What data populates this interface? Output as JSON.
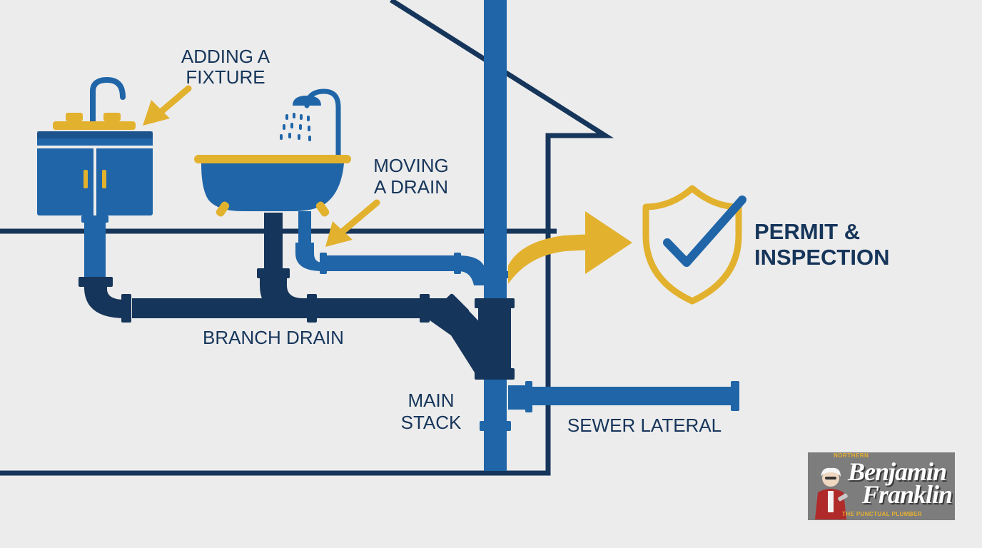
{
  "labels": {
    "adding_fixture_line1": "ADDING A",
    "adding_fixture_line2": "FIXTURE",
    "moving_drain_line1": "MOVING",
    "moving_drain_line2": "A DRAIN",
    "branch_drain": "BRANCH DRAIN",
    "main_stack_line1": "MAIN",
    "main_stack_line2": "STACK",
    "sewer_lateral": "SEWER LATERAL",
    "permit_line1": "PERMIT &",
    "permit_line2": "INSPECTION"
  },
  "logo": {
    "top_text": "NORTHERN",
    "name_line1": "Benjamin",
    "name_line2": "Franklin",
    "tagline": "THE PUNCTUAL PLUMBER"
  },
  "colors": {
    "background": "#ececec",
    "navy": "#16355a",
    "blue": "#1f65a8",
    "gold": "#e2b12e"
  }
}
